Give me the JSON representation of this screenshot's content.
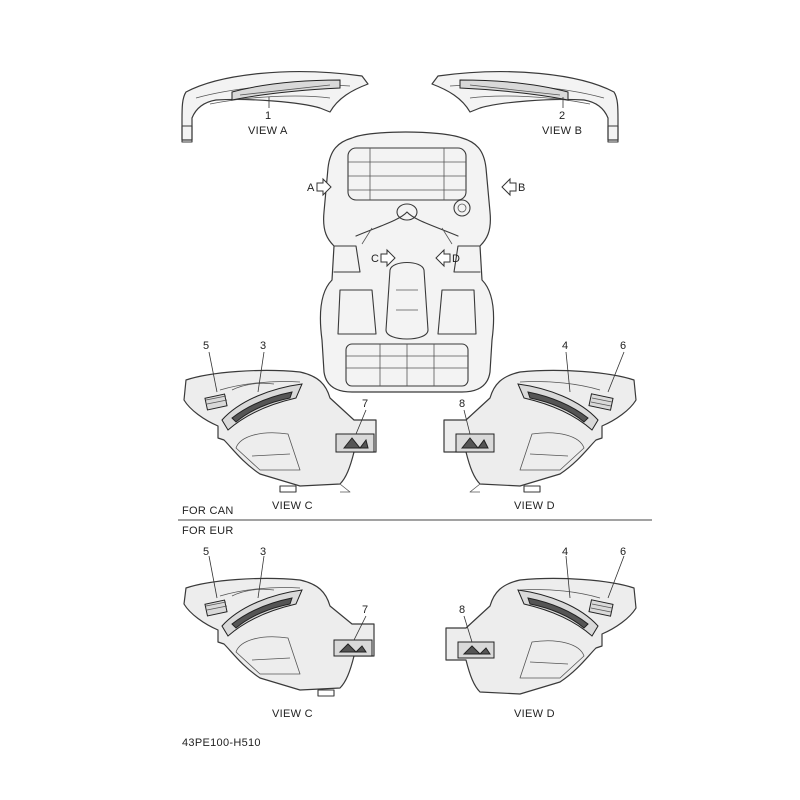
{
  "views": {
    "view_a": "VIEW A",
    "view_b": "VIEW B",
    "view_c_can": "VIEW C",
    "view_d_can": "VIEW D",
    "view_c_eur": "VIEW C",
    "view_d_eur": "VIEW D"
  },
  "arrows": {
    "a": "A",
    "b": "B",
    "c": "C",
    "d": "D"
  },
  "sections": {
    "can": "FOR CAN",
    "eur": "FOR EUR"
  },
  "callouts": {
    "c1": "1",
    "c2": "2",
    "c3_can": "3",
    "c4_can": "4",
    "c5_can": "5",
    "c6_can": "6",
    "c7_can": "7",
    "c8_can": "8",
    "c3_eur": "3",
    "c4_eur": "4",
    "c5_eur": "5",
    "c6_eur": "6",
    "c7_eur": "7",
    "c8_eur": "8"
  },
  "diagram_code": "43PE100-H510"
}
